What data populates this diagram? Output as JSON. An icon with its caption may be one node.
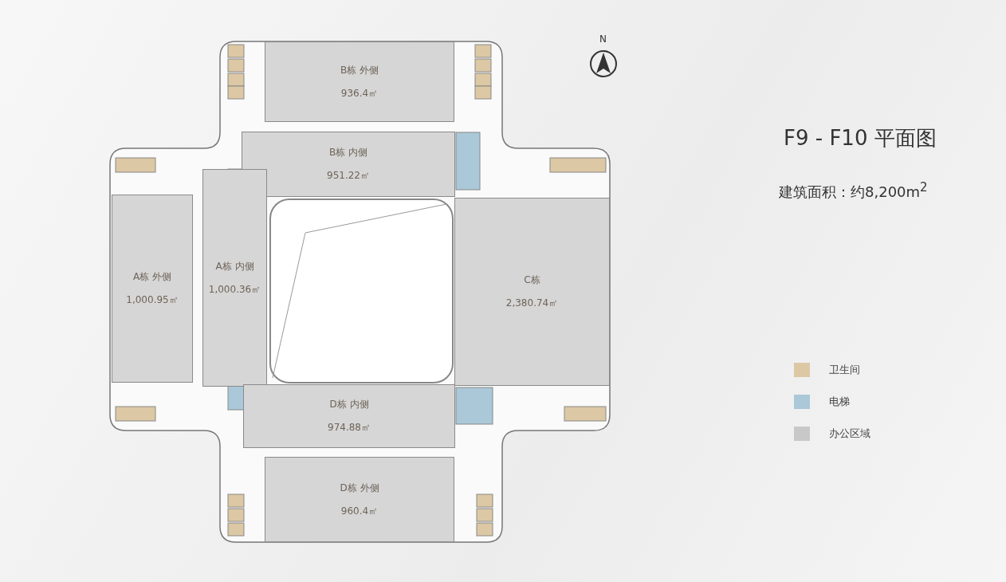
{
  "diagram": {
    "title": "F9 - F10 平面图",
    "nodes": [
      {
        "text": [
          "B栋 外侧",
          "936.4㎡"
        ]
      },
      {
        "text": [
          "B栋 内侧",
          "951.22㎡"
        ]
      },
      {
        "text": [
          "A栋 外侧",
          "1,000.95㎡"
        ]
      },
      {
        "text": [
          "A栋 内侧",
          "1,000.36㎡"
        ]
      },
      {
        "text": [
          "C栋",
          "2,380.74㎡"
        ]
      },
      {
        "text": [
          "D栋 内侧",
          "974.88㎡"
        ]
      },
      {
        "text": [
          "D栋 外侧",
          "960.4㎡"
        ]
      }
    ],
    "labels": [
      "N",
      "建筑面积：约8,200m$^{2}$"
    ],
    "legend": [
      {
        "text": "卫生间",
        "color": "#dcc8a4"
      },
      {
        "text": "电梯",
        "color": "#aac8d8"
      },
      {
        "text": "办公区域",
        "color": "#c8c8c8"
      }
    ]
  }
}
